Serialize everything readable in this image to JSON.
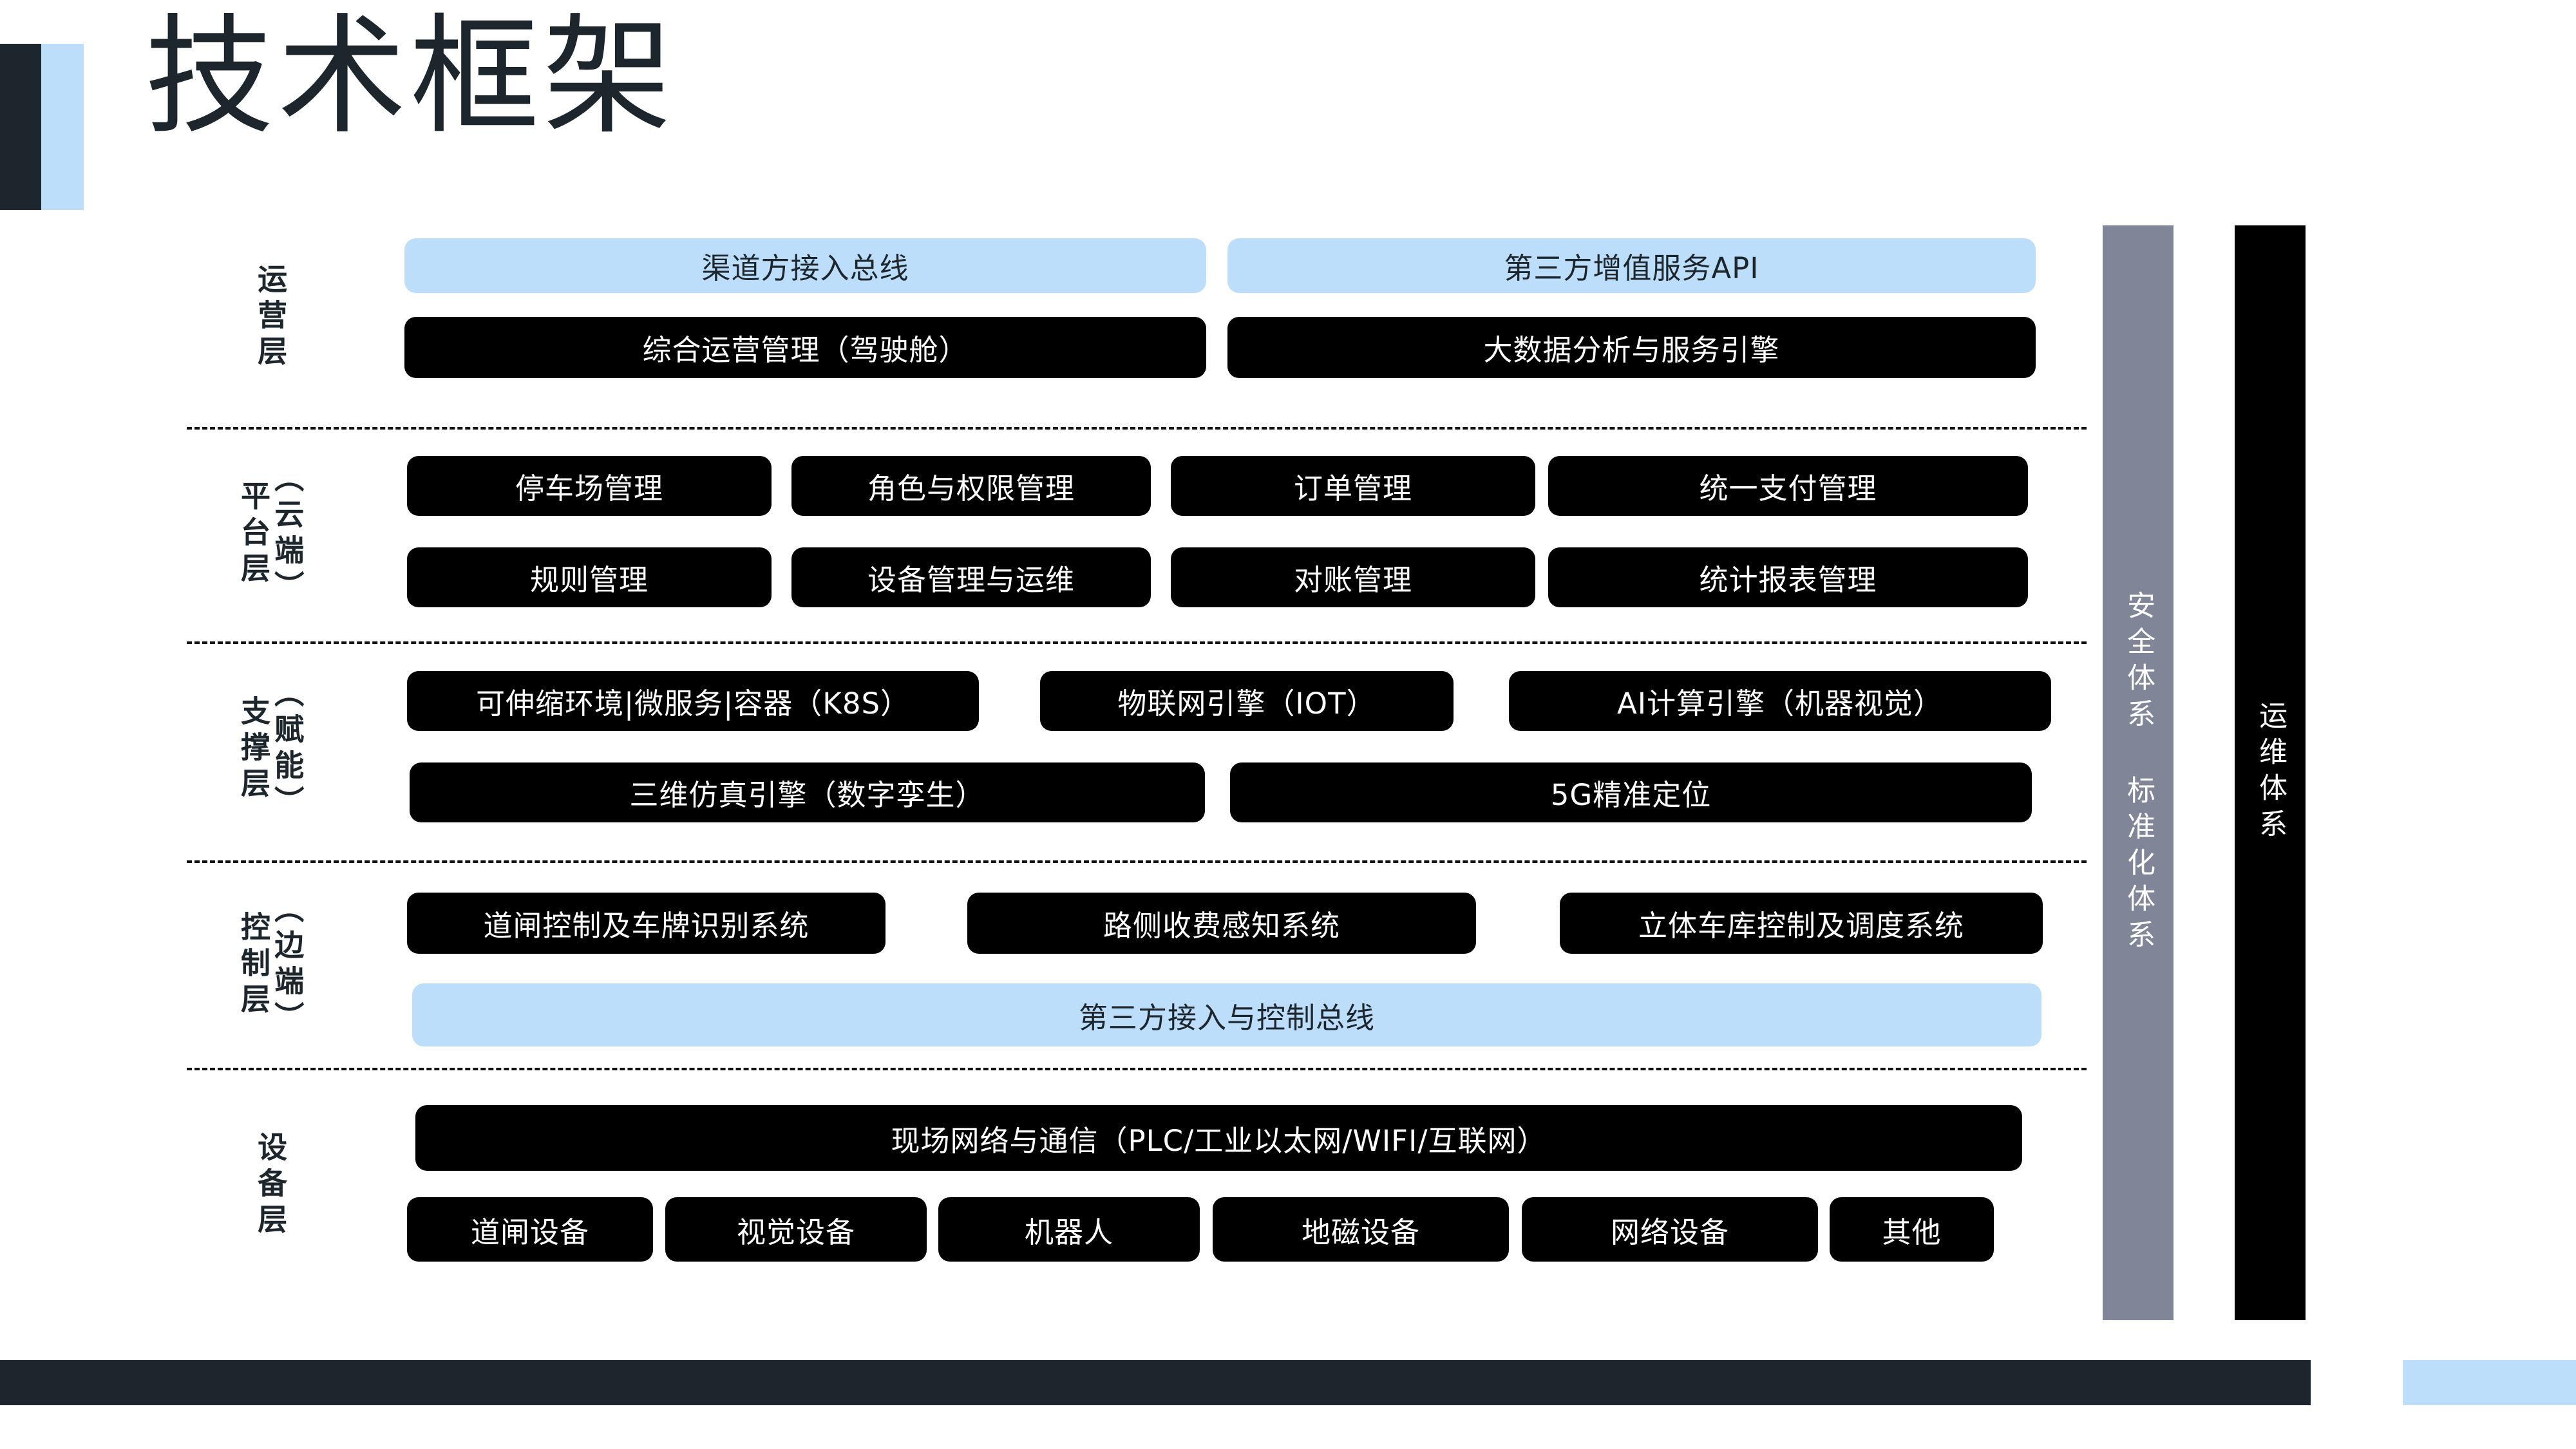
{
  "title": "技术框架",
  "colors": {
    "dark_navy": "#1c262c",
    "light_blue": "#bcdefa",
    "slate_gray": "#808698",
    "black": "#000000"
  },
  "layers": [
    {
      "key": "operation",
      "label_primary": "运营层",
      "label_secondary": "",
      "rows": [
        {
          "items": [
            {
              "text": "渠道方接入总线",
              "style": "light"
            },
            {
              "text": "第三方增值服务API",
              "style": "light"
            }
          ]
        },
        {
          "items": [
            {
              "text": "综合运营管理（驾驶舱）",
              "style": "dark"
            },
            {
              "text": "大数据分析与服务引擎",
              "style": "dark"
            }
          ]
        }
      ]
    },
    {
      "key": "platform",
      "label_primary": "平台层",
      "label_secondary": "（云端）",
      "rows": [
        {
          "items": [
            {
              "text": "停车场管理",
              "style": "dark"
            },
            {
              "text": "角色与权限管理",
              "style": "dark"
            },
            {
              "text": "订单管理",
              "style": "dark"
            },
            {
              "text": "统一支付管理",
              "style": "dark"
            }
          ]
        },
        {
          "items": [
            {
              "text": "规则管理",
              "style": "dark"
            },
            {
              "text": "设备管理与运维",
              "style": "dark"
            },
            {
              "text": "对账管理",
              "style": "dark"
            },
            {
              "text": "统计报表管理",
              "style": "dark"
            }
          ]
        }
      ]
    },
    {
      "key": "support",
      "label_primary": "支撑层",
      "label_secondary": "（赋能）",
      "rows": [
        {
          "items": [
            {
              "text": "可伸缩环境|微服务|容器（K8S）",
              "style": "dark"
            },
            {
              "text": "物联网引擎（IOT）",
              "style": "dark"
            },
            {
              "text": "AI计算引擎（机器视觉）",
              "style": "dark"
            }
          ]
        },
        {
          "items": [
            {
              "text": "三维仿真引擎（数字孪生）",
              "style": "dark"
            },
            {
              "text": "5G精准定位",
              "style": "dark"
            }
          ]
        }
      ]
    },
    {
      "key": "control",
      "label_primary": "控制层",
      "label_secondary": "（边端）",
      "rows": [
        {
          "items": [
            {
              "text": "道闸控制及车牌识别系统",
              "style": "dark"
            },
            {
              "text": "路侧收费感知系统",
              "style": "dark"
            },
            {
              "text": "立体车库控制及调度系统",
              "style": "dark"
            }
          ]
        },
        {
          "items": [
            {
              "text": "第三方接入与控制总线",
              "style": "light"
            }
          ]
        }
      ]
    },
    {
      "key": "device",
      "label_primary": "设备层",
      "label_secondary": "",
      "rows": [
        {
          "items": [
            {
              "text": "现场网络与通信（PLC/工业以太网/WIFI/互联网）",
              "style": "dark"
            }
          ]
        },
        {
          "items": [
            {
              "text": "道闸设备",
              "style": "dark"
            },
            {
              "text": "视觉设备",
              "style": "dark"
            },
            {
              "text": "机器人",
              "style": "dark"
            },
            {
              "text": "地磁设备",
              "style": "dark"
            },
            {
              "text": "网络设备",
              "style": "dark"
            },
            {
              "text": "其他",
              "style": "dark"
            }
          ]
        }
      ]
    }
  ],
  "sidebars": [
    {
      "key": "security",
      "text": "安全体系 标准化体系",
      "style": "slate"
    },
    {
      "key": "ops",
      "text": "运维体系",
      "style": "black"
    }
  ]
}
